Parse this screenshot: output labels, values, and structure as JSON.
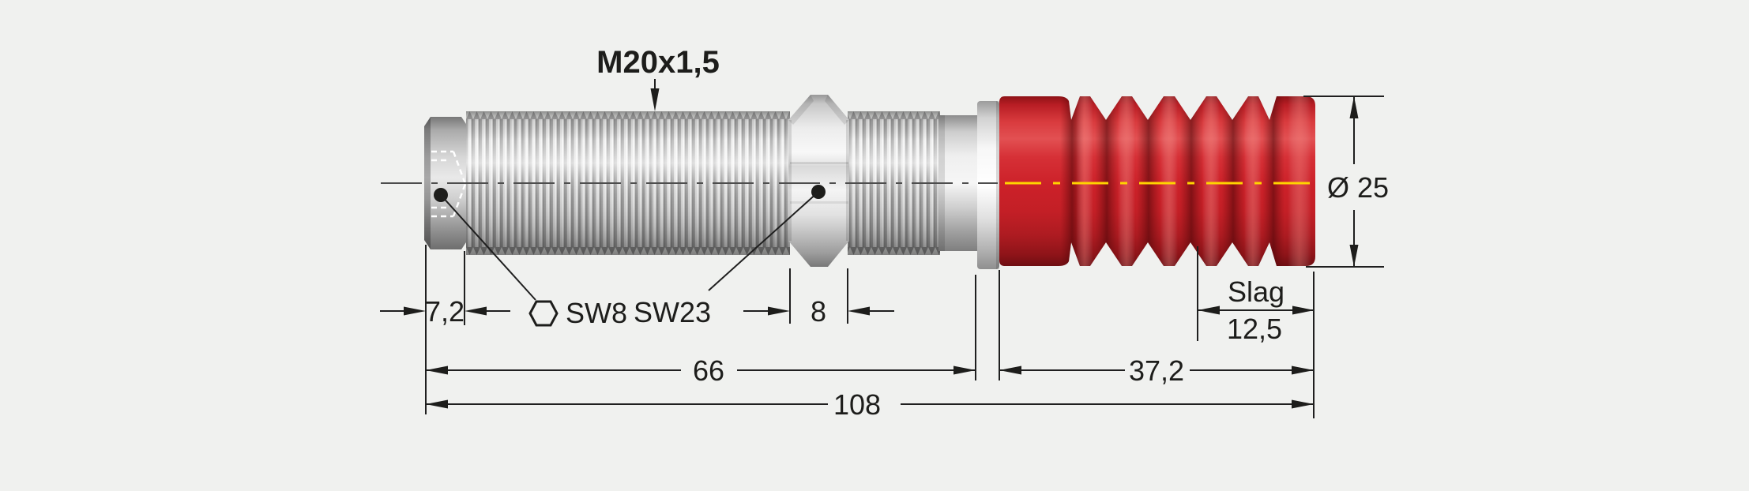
{
  "drawing": {
    "title": "M20x1,5",
    "callouts": {
      "hex_socket": "SW8",
      "hex_flats": "SW23"
    },
    "dimensions": {
      "rod_end_length": "7,2",
      "flange_width": "8",
      "body_length": "66",
      "total_length": "108",
      "bellows_length": "37,2",
      "stroke_label": "Slag",
      "stroke_value": "12,5",
      "outer_diameter": "Ø 25"
    },
    "icons": {
      "hex_socket_symbol": "hexagon-outline-icon"
    },
    "colors": {
      "background": "#f0f1ef",
      "bellows_red": "#cc2129",
      "centerline_yellow": "#ffd400",
      "line_color": "#1f1f1f",
      "metal_light": "#f2f2f2",
      "metal_dark": "#7c7c7c"
    }
  }
}
